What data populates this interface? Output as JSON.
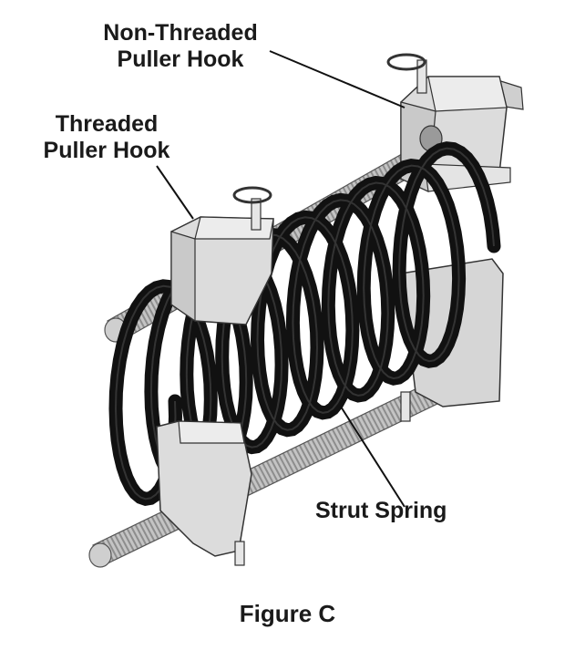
{
  "labels": {
    "non_threaded_line1": "Non-Threaded",
    "non_threaded_line2": "Puller Hook",
    "threaded_line1": "Threaded",
    "threaded_line2": "Puller Hook",
    "strut_spring": "Strut Spring"
  },
  "caption": "Figure C",
  "colors": {
    "spring": "#111111",
    "rod": "#b8b8b8",
    "rod_dark": "#7a7a7a",
    "hook_body": "#dcdcdc",
    "hook_shade": "#bdbdbd",
    "outline": "#2a2a2a"
  }
}
